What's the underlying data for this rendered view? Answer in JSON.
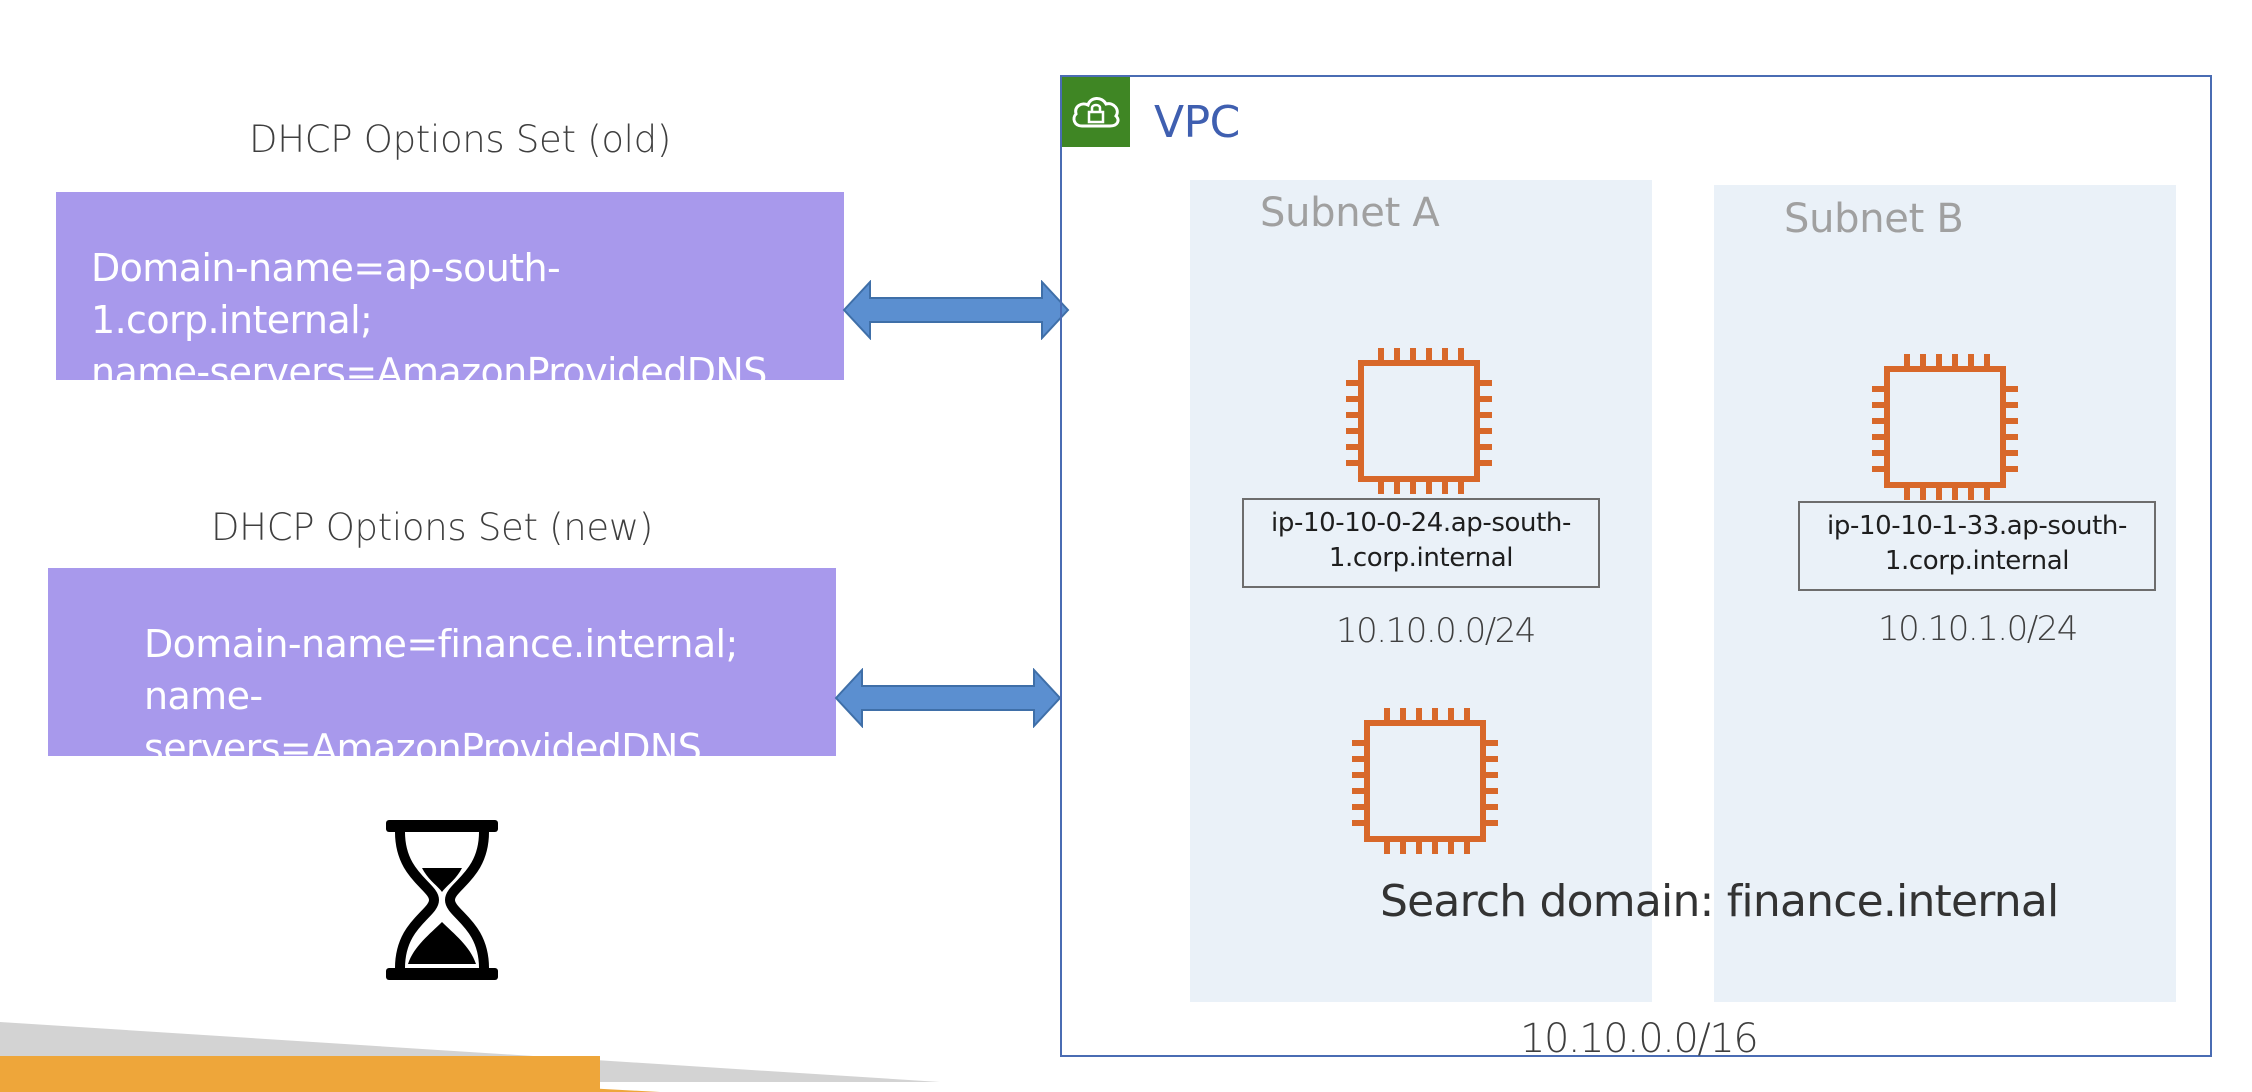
{
  "old_set": {
    "heading": "DHCP Options Set (old)",
    "lines": [
      "Domain-name=ap-south-",
      "1.corp.internal;",
      "name-servers=AmazonProvidedDNS"
    ]
  },
  "new_set": {
    "heading": "DHCP Options Set (new)",
    "lines": [
      "Domain-name=finance.internal;",
      "name-",
      "servers=AmazonProvidedDNS"
    ]
  },
  "vpc": {
    "title": "VPC",
    "cidr": "10.10.0.0/16",
    "search_domain": "Search domain: finance.internal"
  },
  "subnet_a": {
    "title": "Subnet A",
    "host": [
      "ip-10-10-0-24.ap-south-",
      "1.corp.internal"
    ],
    "cidr": "10.10.0.0/24"
  },
  "subnet_b": {
    "title": "Subnet B",
    "host": [
      "ip-10-10-1-33.ap-south-",
      "1.corp.internal"
    ],
    "cidr": "10.10.1.0/24"
  },
  "colors": {
    "dhcp_box": "#a899ec",
    "arrow": "#5b8fd0",
    "vpc_border": "#4a6cb3",
    "vpc_badge": "#3f8624",
    "subnet_bg": "#eaf1f8",
    "ec2_icon": "#d8682a",
    "footer_orange": "#eea63a",
    "footer_gray": "#d3d3d3"
  },
  "icons": {
    "vpc_badge": "cloud-lock-icon",
    "instance": "ec2-instance-icon",
    "wait": "hourglass-icon"
  }
}
